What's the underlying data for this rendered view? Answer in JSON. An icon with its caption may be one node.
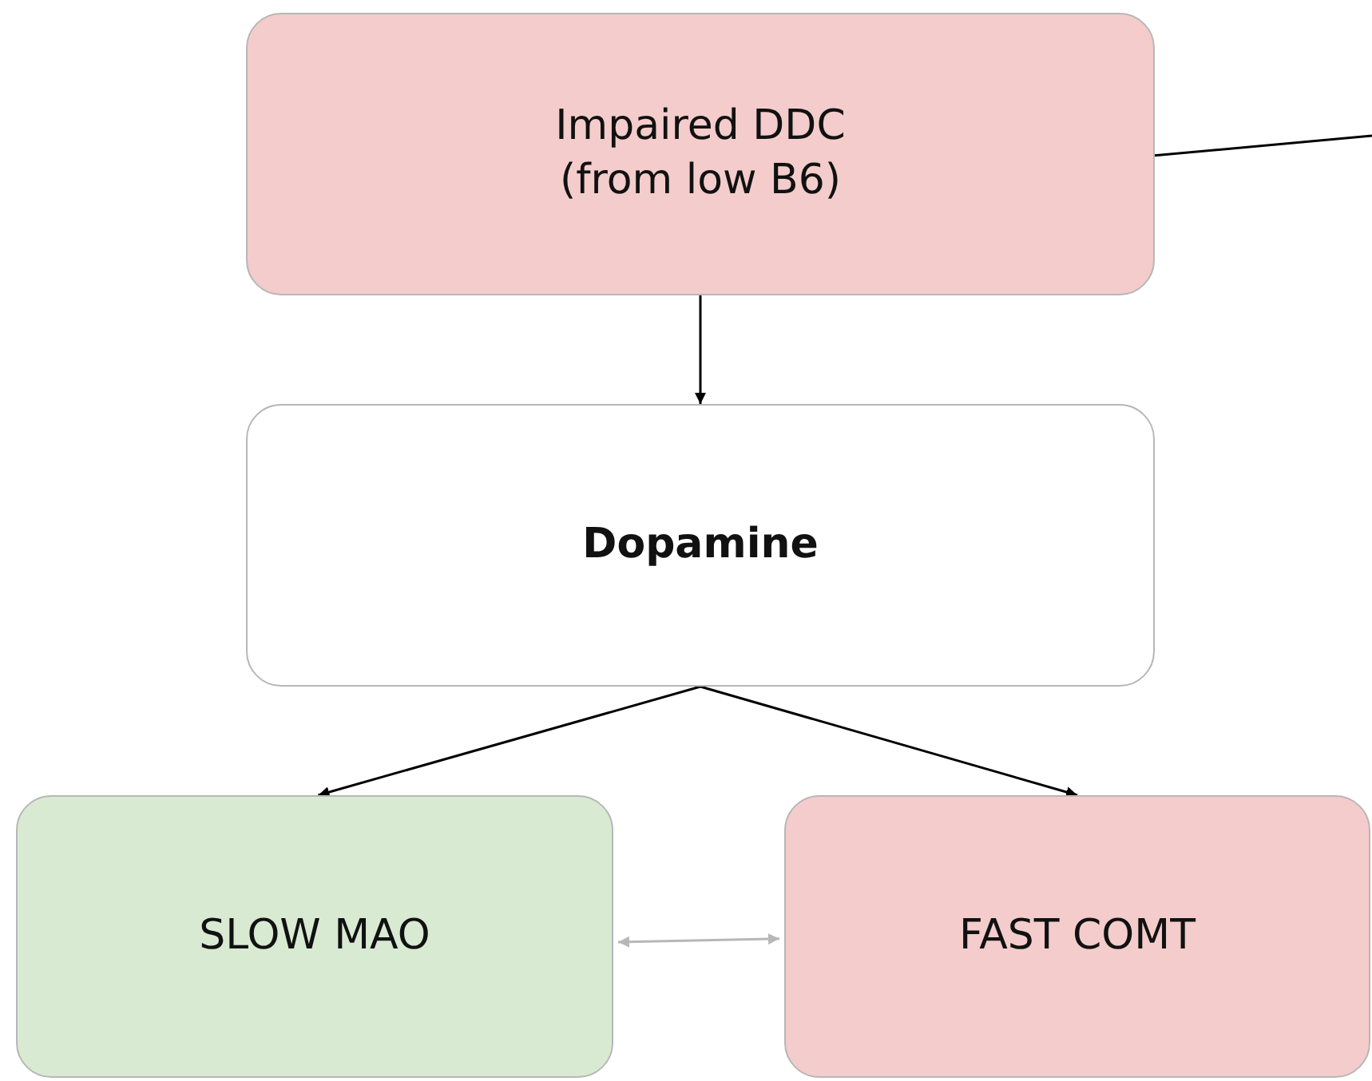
{
  "diagram": {
    "nodes": [
      {
        "text": [
          "Impaired DDC (from low B6)"
        ]
      },
      {
        "text": [
          "Dopamine"
        ]
      },
      {
        "text": [
          "SLOW MAO"
        ]
      },
      {
        "text": [
          "FAST COMT"
        ]
      }
    ],
    "edges": [
      {
        "from": 0,
        "to": null,
        "arrow": "none"
      },
      {
        "from": 0,
        "to": 1,
        "arrow": "to"
      },
      {
        "from": 1,
        "to": 2,
        "arrow": "to"
      },
      {
        "from": 1,
        "to": 3,
        "arrow": "to"
      },
      {
        "from": 2,
        "to": 3,
        "arrow": "both",
        "color": "#b7b7b7"
      }
    ]
  }
}
